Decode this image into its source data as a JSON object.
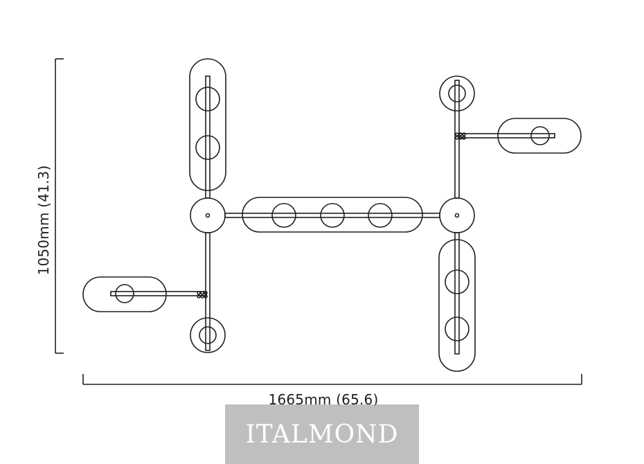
{
  "dimensions": {
    "height_label": "1050mm (41.3)",
    "width_label": "1665mm (65.6)"
  },
  "watermark": {
    "text": "ITALMOND"
  },
  "colors": {
    "line": "#1e1e1e",
    "background": "#ffffff",
    "watermark_bg": "#b0b0b0"
  }
}
